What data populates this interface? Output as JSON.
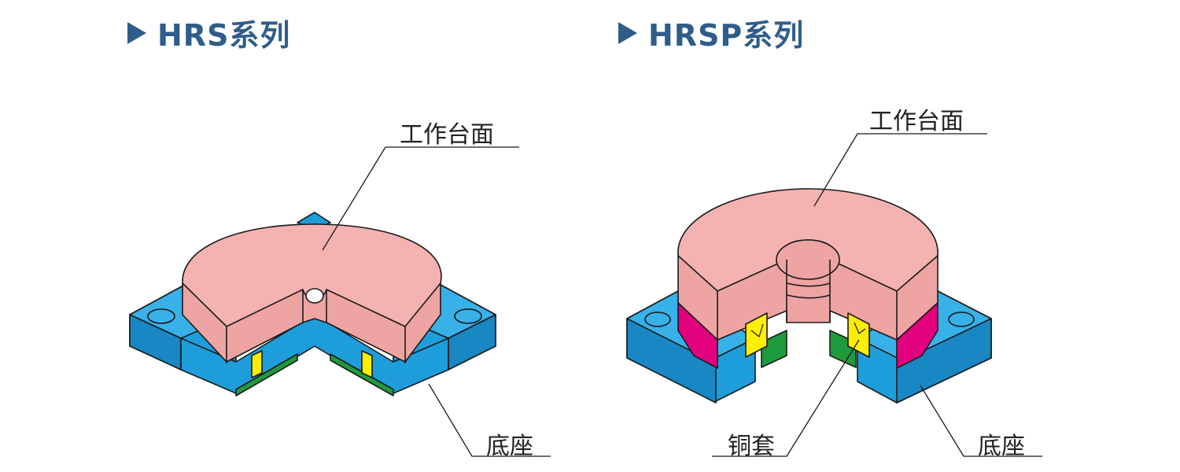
{
  "titles": {
    "left": "HRS系列",
    "right": "HRSP系列"
  },
  "labels": {
    "left_table": "工作台面",
    "left_base": "底座",
    "right_table": "工作台面",
    "right_sleeve": "铜套",
    "right_base": "底座"
  },
  "colors": {
    "title": "#2f5d8a",
    "table_top": "#f4b2b0",
    "table_side": "#f4b2b0",
    "base": "#1e9ddb",
    "sleeve": "#1e9b3c",
    "bearing": "#ffee00",
    "magenta": "#e3007f"
  }
}
